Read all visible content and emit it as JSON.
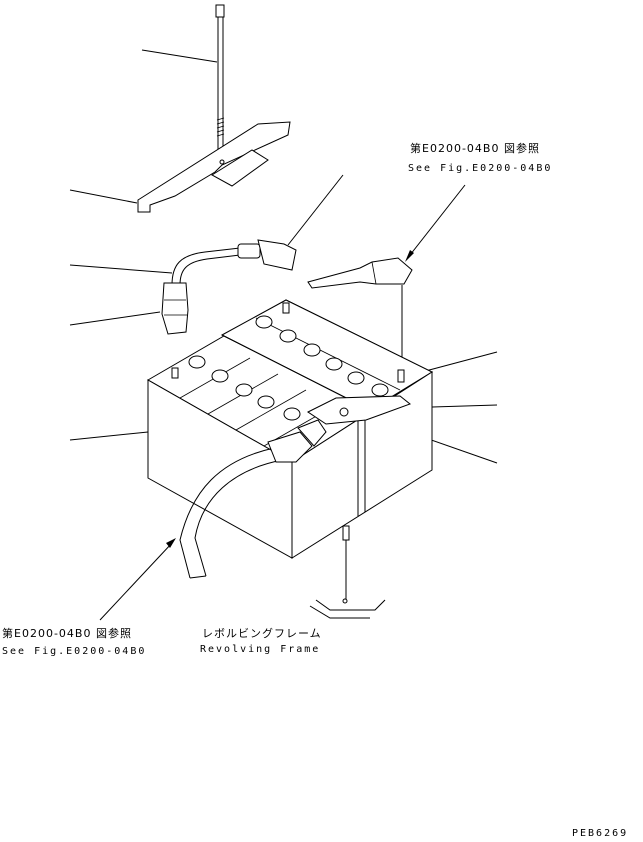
{
  "references": {
    "top_right": {
      "jp": "第E0200-04B0 図参照",
      "en": "See Fig.E0200-04B0"
    },
    "bottom_left": {
      "jp": "第E0200-04B0 図参照",
      "en": "See Fig.E0200-04B0"
    }
  },
  "frame_label": {
    "jp": "レボルビングフレーム",
    "en": "Revolving Frame"
  },
  "drawing_code": "PEB6269"
}
